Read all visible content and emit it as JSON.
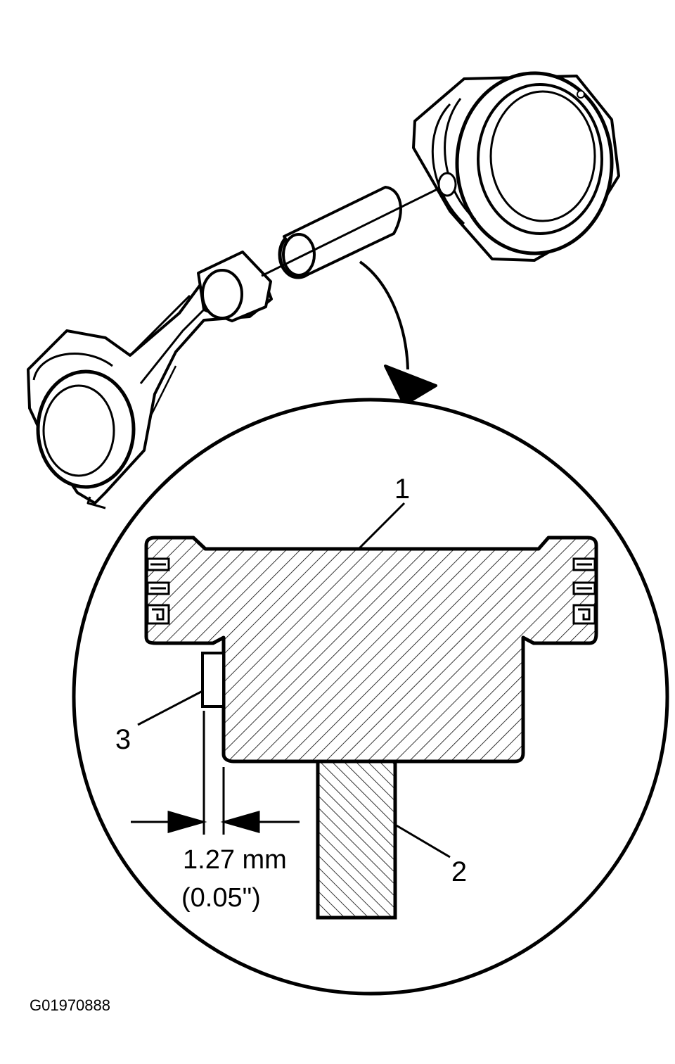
{
  "figure_id": "G01970888",
  "callouts": {
    "c1": "1",
    "c2": "2",
    "c3": "3"
  },
  "dimension": {
    "metric": "1.27 mm",
    "imperial": "(0.05\")"
  },
  "colors": {
    "ink": "#000000",
    "paper": "#ffffff"
  }
}
